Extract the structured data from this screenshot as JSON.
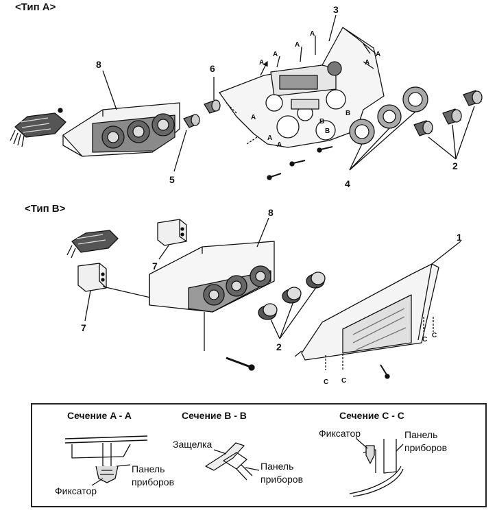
{
  "labels": {
    "type_a": "<Тип A>",
    "type_b": "<Тип B>"
  },
  "callouts": {
    "n1": "1",
    "n2": "2",
    "n3": "3",
    "n4": "4",
    "n5": "5",
    "n6": "6",
    "n7": "7",
    "n8": "8"
  },
  "markers": {
    "a": "A",
    "b": "B",
    "c": "C"
  },
  "sections": {
    "aa_title": "Сечение A - A",
    "bb_title": "Сечение B - B",
    "cc_title": "Сечение C - C",
    "aa_retainer": "Фиксатор",
    "aa_panel_1": "Панель",
    "aa_panel_2": "приборов",
    "bb_latch": "Защелка",
    "bb_panel_1": "Панель",
    "bb_panel_2": "приборов",
    "cc_retainer": "Фиксатор",
    "cc_panel_1": "Панель",
    "cc_panel_2": "приборов"
  }
}
